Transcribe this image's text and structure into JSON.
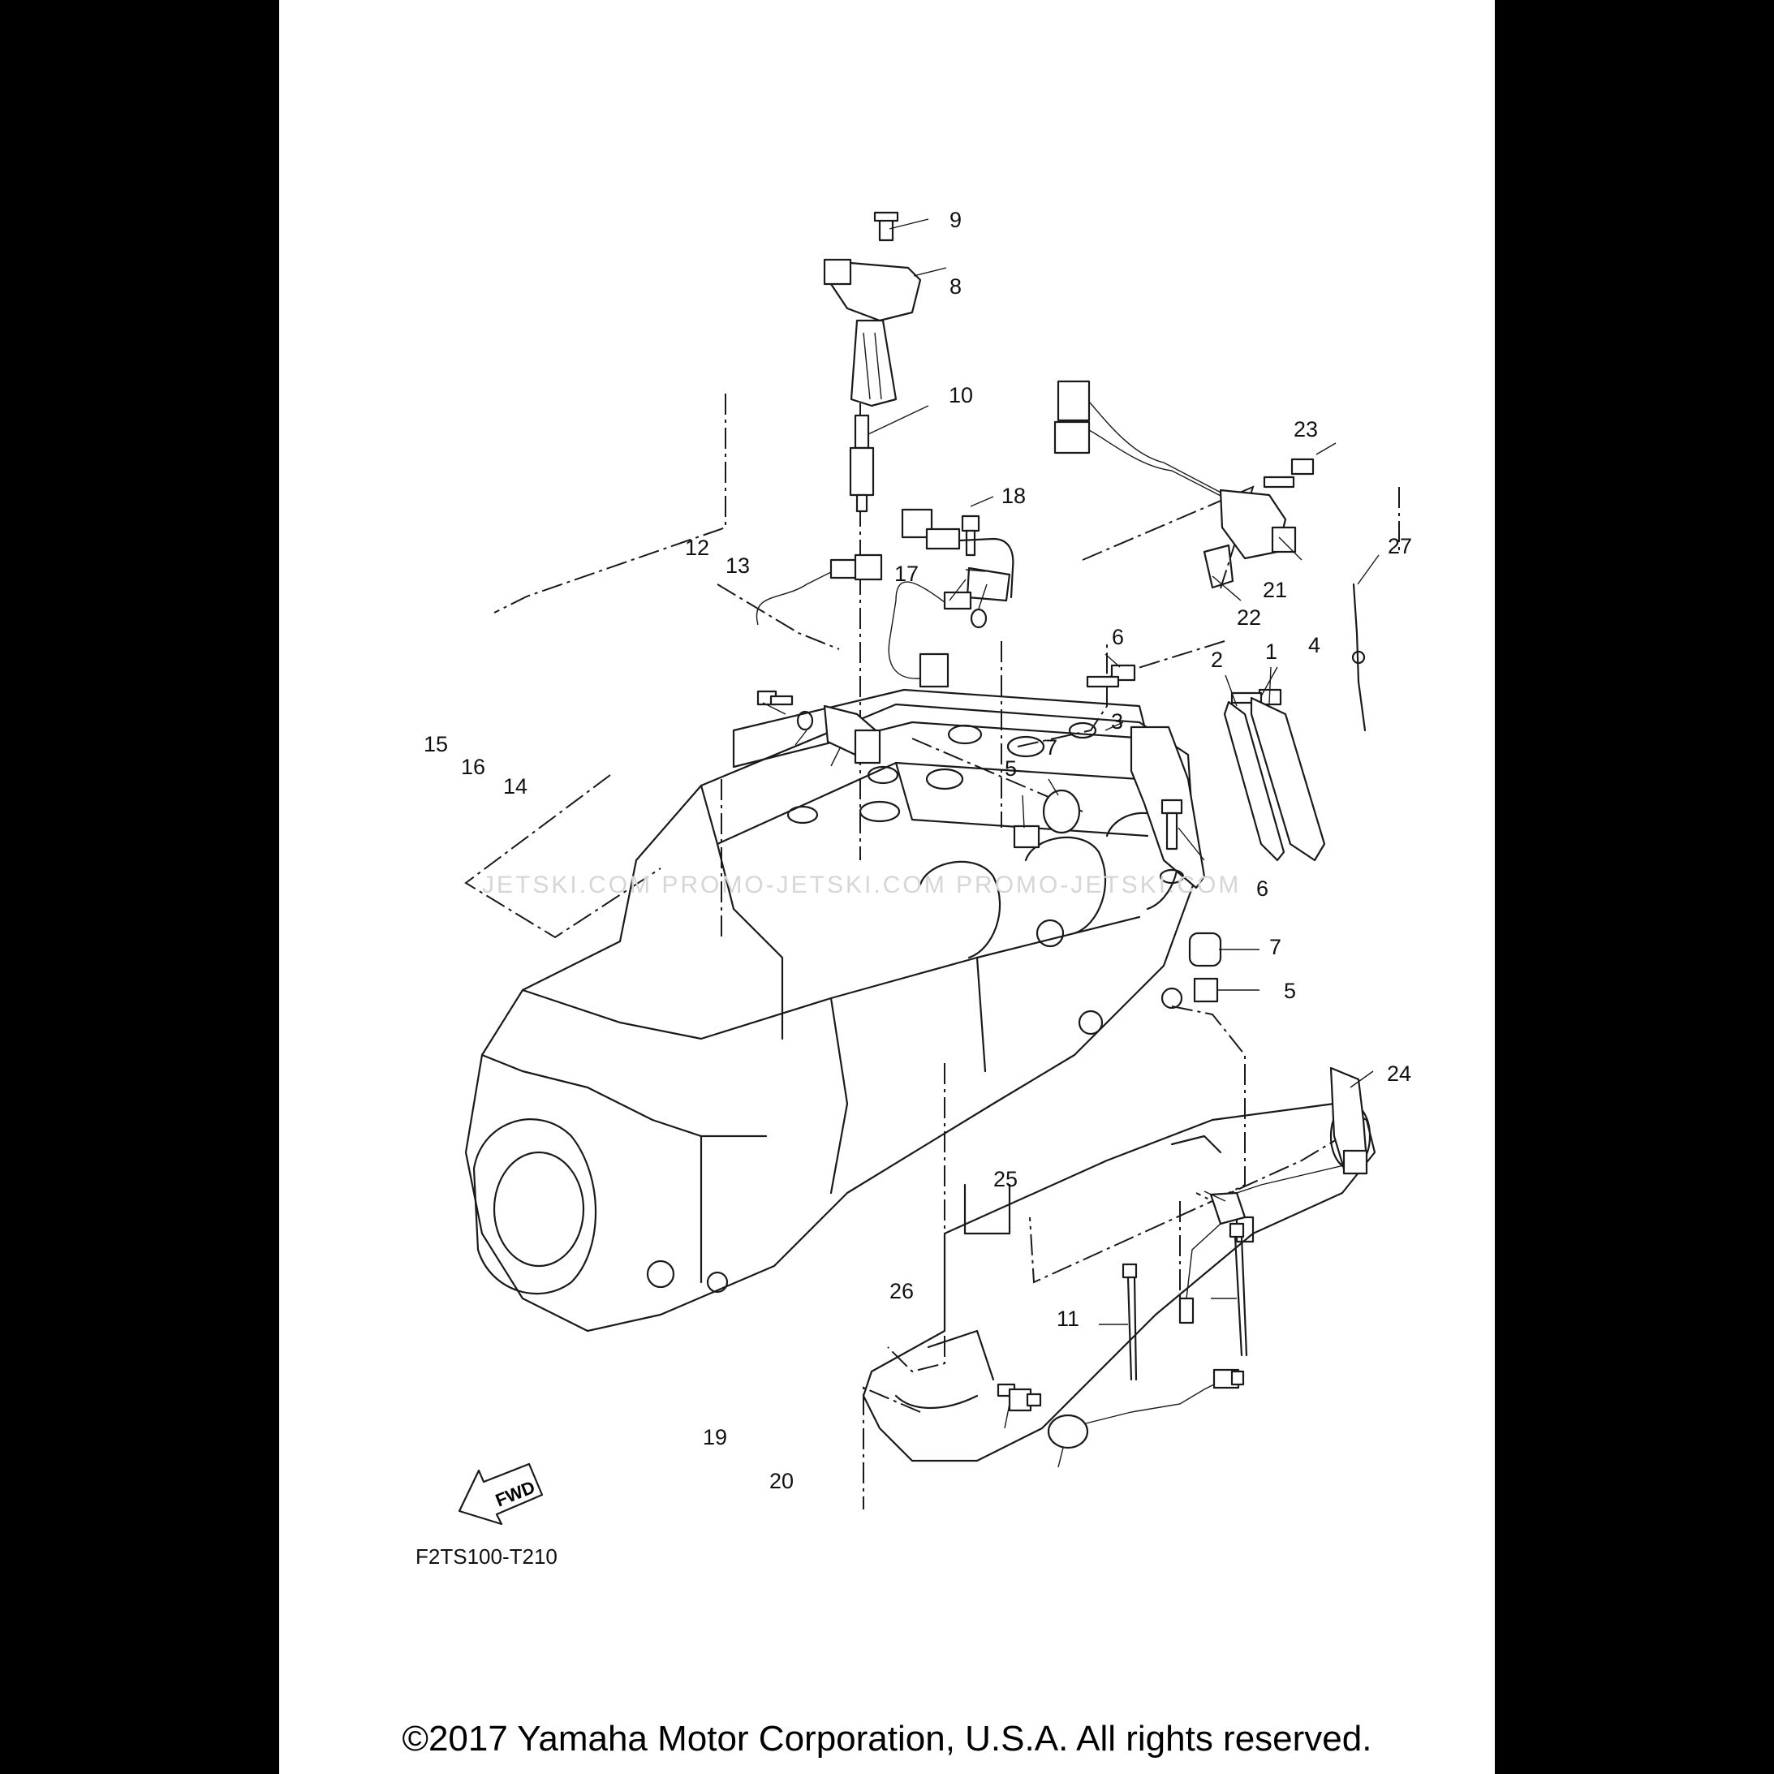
{
  "figure_code": "F2TS100-T210",
  "copyright": "©2017 Yamaha Motor Corporation, U.S.A. All rights reserved.",
  "watermark": "JETSKI.COM   PROMO-JETSKI.COM   PROMO-JETSKI.COM",
  "fwd_label": "FWD",
  "callouts": [
    "1",
    "2",
    "3",
    "4",
    "5",
    "5",
    "6",
    "6",
    "7",
    "7",
    "8",
    "9",
    "10",
    "11",
    "12",
    "13",
    "14",
    "15",
    "16",
    "17",
    "18",
    "19",
    "20",
    "21",
    "22",
    "23",
    "24",
    "25",
    "26",
    "27"
  ]
}
